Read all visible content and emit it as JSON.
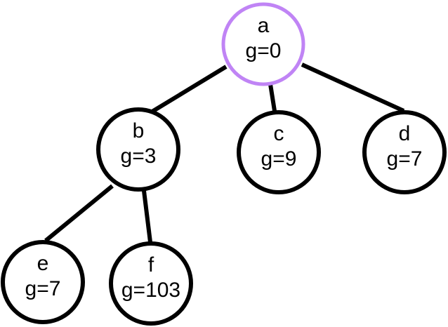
{
  "diagram": {
    "type": "tree",
    "colors": {
      "edge": "#000000",
      "node_border": "#000000",
      "node_fill": "#ffffff",
      "highlight_border": "#c084f5",
      "text": "#000000"
    },
    "highlighted_node": "a",
    "nodes": [
      {
        "id": "a",
        "name": "a",
        "cost": "g=0"
      },
      {
        "id": "b",
        "name": "b",
        "cost": "g=3"
      },
      {
        "id": "c",
        "name": "c",
        "cost": "g=9"
      },
      {
        "id": "d",
        "name": "d",
        "cost": "g=7"
      },
      {
        "id": "e",
        "name": "e",
        "cost": "g=7"
      },
      {
        "id": "f",
        "name": "f",
        "cost": "g=103"
      }
    ],
    "edges": [
      {
        "from": "a",
        "to": "b"
      },
      {
        "from": "a",
        "to": "c"
      },
      {
        "from": "a",
        "to": "d"
      },
      {
        "from": "b",
        "to": "e"
      },
      {
        "from": "b",
        "to": "f"
      }
    ]
  }
}
